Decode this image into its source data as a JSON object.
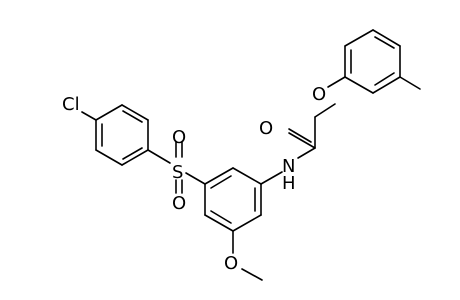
{
  "molecule": {
    "atoms": {
      "cl": "Cl",
      "s": "S",
      "o_sulfonyl_top": "O",
      "o_sulfonyl_bottom": "O",
      "n_amide": "N",
      "h_amide": "H",
      "o_carbonyl": "O",
      "o_ether": "O",
      "o_methoxy": "O"
    }
  }
}
